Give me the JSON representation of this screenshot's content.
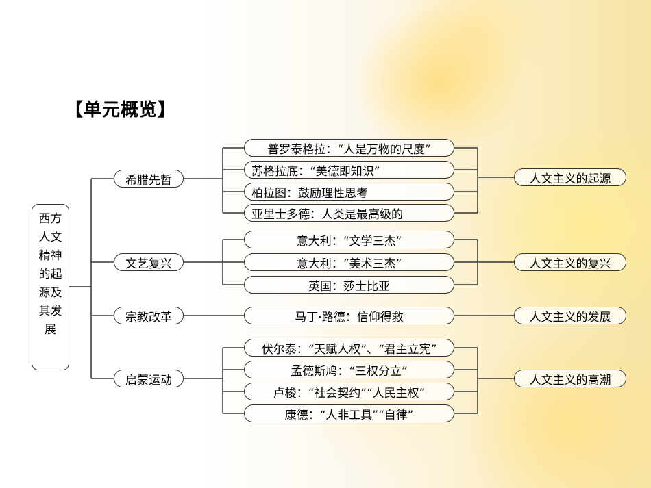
{
  "title": "【单元概览】",
  "root_lines": [
    "西方",
    "人文",
    "精神",
    "的起",
    "源及",
    "其发",
    "展"
  ],
  "branches": [
    {
      "label": "希腊先哲",
      "items": [
        "普罗泰格拉：“人是万物的尺度”",
        "苏格拉底：“美德即知识”",
        "柏拉图：鼓励理性思考",
        "亚里士多德：人类是最高级的"
      ],
      "result": "人文主义的起源"
    },
    {
      "label": "文艺复兴",
      "items": [
        "意大利：“文学三杰”",
        "意大利：“美术三杰”",
        "英国：莎士比亚"
      ],
      "result": "人文主义的复兴"
    },
    {
      "label": "宗教改革",
      "items": [
        "马丁·路德：信仰得救"
      ],
      "result": "人文主义的发展"
    },
    {
      "label": "启蒙运动",
      "items": [
        "伏尔泰：“天赋人权”、“君主立宪”",
        "孟德斯鸠：“三权分立”",
        "卢梭：“社会契约”“人民主权”",
        "康德：“人非工具”“自律”"
      ],
      "result": "人文主义的高潮"
    }
  ]
}
